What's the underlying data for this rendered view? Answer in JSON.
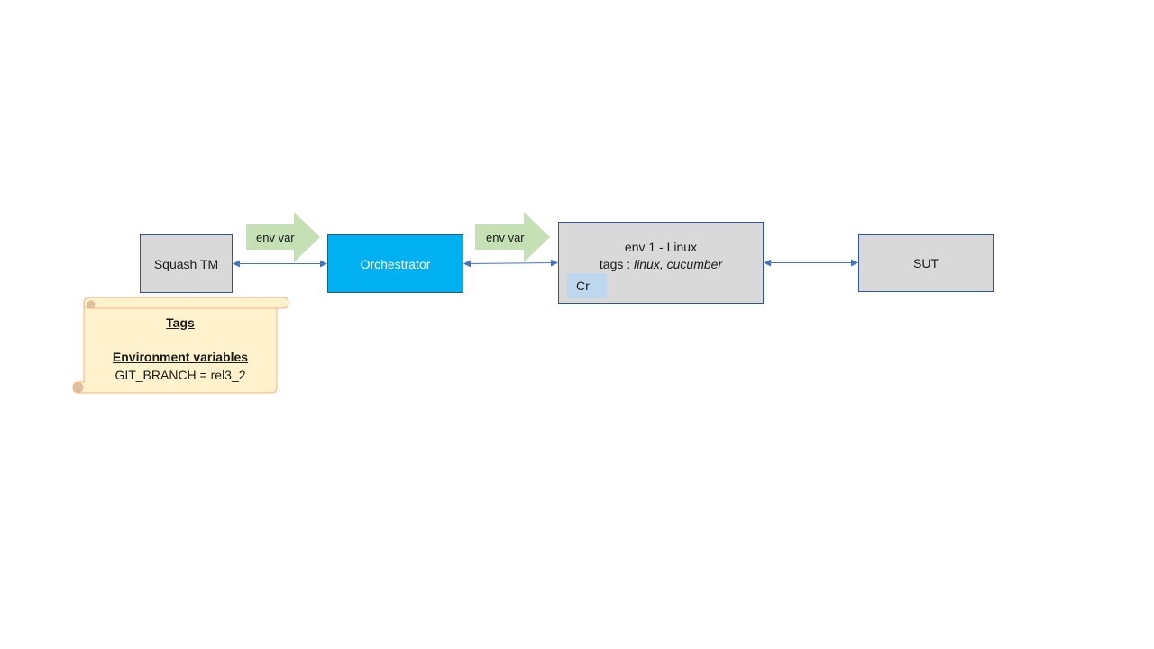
{
  "nodes": {
    "squash": "Squash TM",
    "orchestrator": "Orchestrator",
    "env_title": "env 1 - Linux",
    "env_tags_prefix": "tags : ",
    "env_tags_values": "linux, cucumber",
    "cr": "Cr",
    "sut": "SUT"
  },
  "arrows": {
    "label_1": "env var",
    "label_2": "env var"
  },
  "scroll": {
    "tags_heading": "Tags",
    "env_heading": "Environment variables",
    "env_value": "GIT_BRANCH = rel3_2"
  },
  "colors": {
    "orchestrator": "#00b0f0",
    "box_gray": "#d9d9d9",
    "border": "#2f5597",
    "arrow_green": "#c5e0b4",
    "scroll_fill": "#fff2cc",
    "cr_fill": "#bdd7ee"
  }
}
